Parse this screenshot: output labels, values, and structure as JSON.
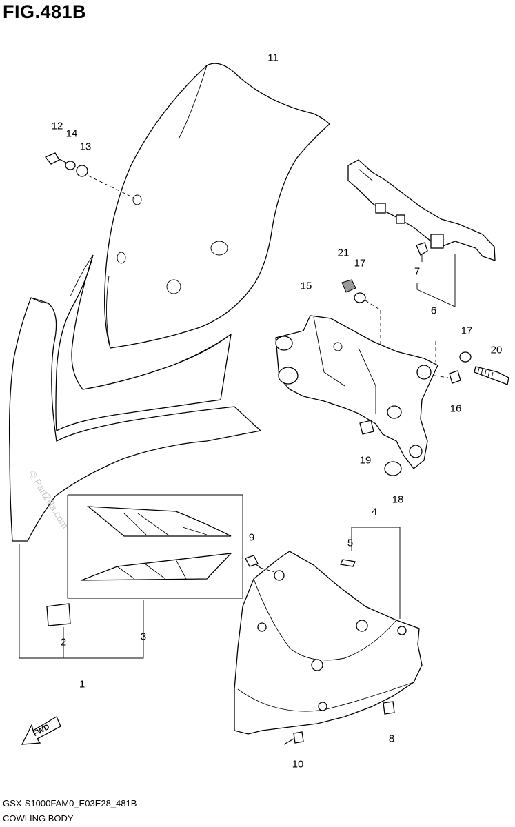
{
  "figure": {
    "title": "FIG.481B",
    "footer_code": "GSX-S1000FAM0_E03E28_481B",
    "footer_name": "COWLING BODY",
    "watermark": "© PartZilla.com",
    "fwd_label": "FWD"
  },
  "callouts": {
    "c1": "1",
    "c2": "2",
    "c3": "3",
    "c4": "4",
    "c5": "5",
    "c6": "6",
    "c7": "7",
    "c8": "8",
    "c9": "9",
    "c10": "10",
    "c11": "11",
    "c12": "12",
    "c13": "13",
    "c14": "14",
    "c15": "15",
    "c16": "16",
    "c17a": "17",
    "c17b": "17",
    "c18": "18",
    "c19": "19",
    "c20": "20",
    "c21": "21"
  }
}
